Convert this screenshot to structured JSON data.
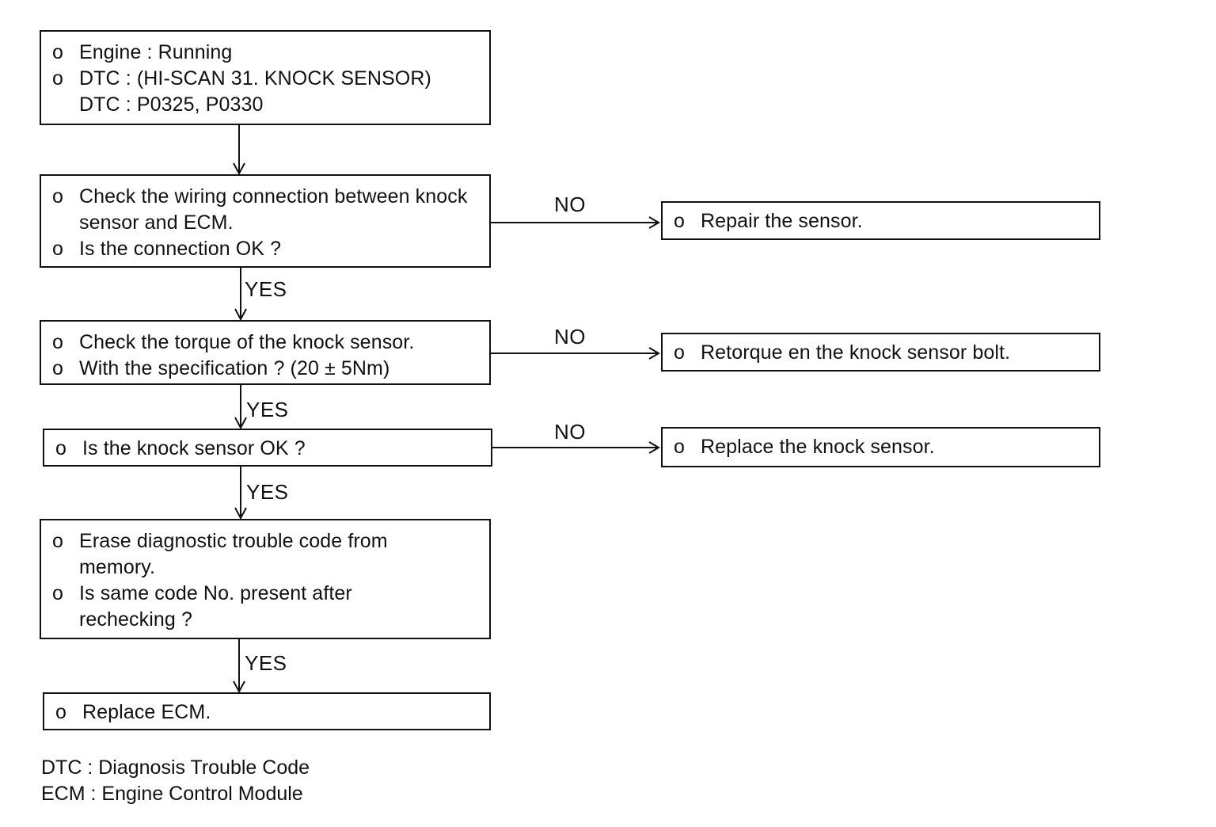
{
  "labels": {
    "yes": "YES",
    "no": "NO"
  },
  "boxes": {
    "start": {
      "lines": [
        {
          "bullet": "o",
          "text": "Engine : Running"
        },
        {
          "bullet": "o",
          "text": "DTC : (HI-SCAN 31. KNOCK SENSOR)"
        },
        {
          "bullet": "",
          "text": "DTC : P0325, P0330"
        }
      ]
    },
    "check_wiring": {
      "lines": [
        {
          "bullet": "o",
          "text": "Check the wiring connection between knock"
        },
        {
          "bullet": "",
          "text": "sensor and ECM."
        },
        {
          "bullet": "o",
          "text": "Is the connection OK ?"
        }
      ]
    },
    "check_torque": {
      "lines": [
        {
          "bullet": "o",
          "text": "Check the torque of the knock sensor."
        },
        {
          "bullet": "o",
          "text": "With the specification ? (20 ± 5Nm)"
        }
      ]
    },
    "sensor_ok": {
      "lines": [
        {
          "bullet": "o",
          "text": "Is the knock sensor OK ?"
        }
      ]
    },
    "erase_code": {
      "lines": [
        {
          "bullet": "o",
          "text": "Erase diagnostic trouble code from"
        },
        {
          "bullet": "",
          "text": "memory."
        },
        {
          "bullet": "o",
          "text": "Is same code No. present after"
        },
        {
          "bullet": "",
          "text": "rechecking ?"
        }
      ]
    },
    "replace_ecm": {
      "lines": [
        {
          "bullet": "o",
          "text": "Replace ECM."
        }
      ]
    },
    "repair_sensor": {
      "lines": [
        {
          "bullet": "o",
          "text": "Repair the sensor."
        }
      ]
    },
    "retorque_bolt": {
      "lines": [
        {
          "bullet": "o",
          "text": "Retorque en the knock sensor bolt."
        }
      ]
    },
    "replace_sensor": {
      "lines": [
        {
          "bullet": "o",
          "text": "Replace the knock sensor."
        }
      ]
    }
  },
  "footnotes": [
    "DTC : Diagnosis Trouble Code",
    "ECM : Engine Control Module"
  ]
}
